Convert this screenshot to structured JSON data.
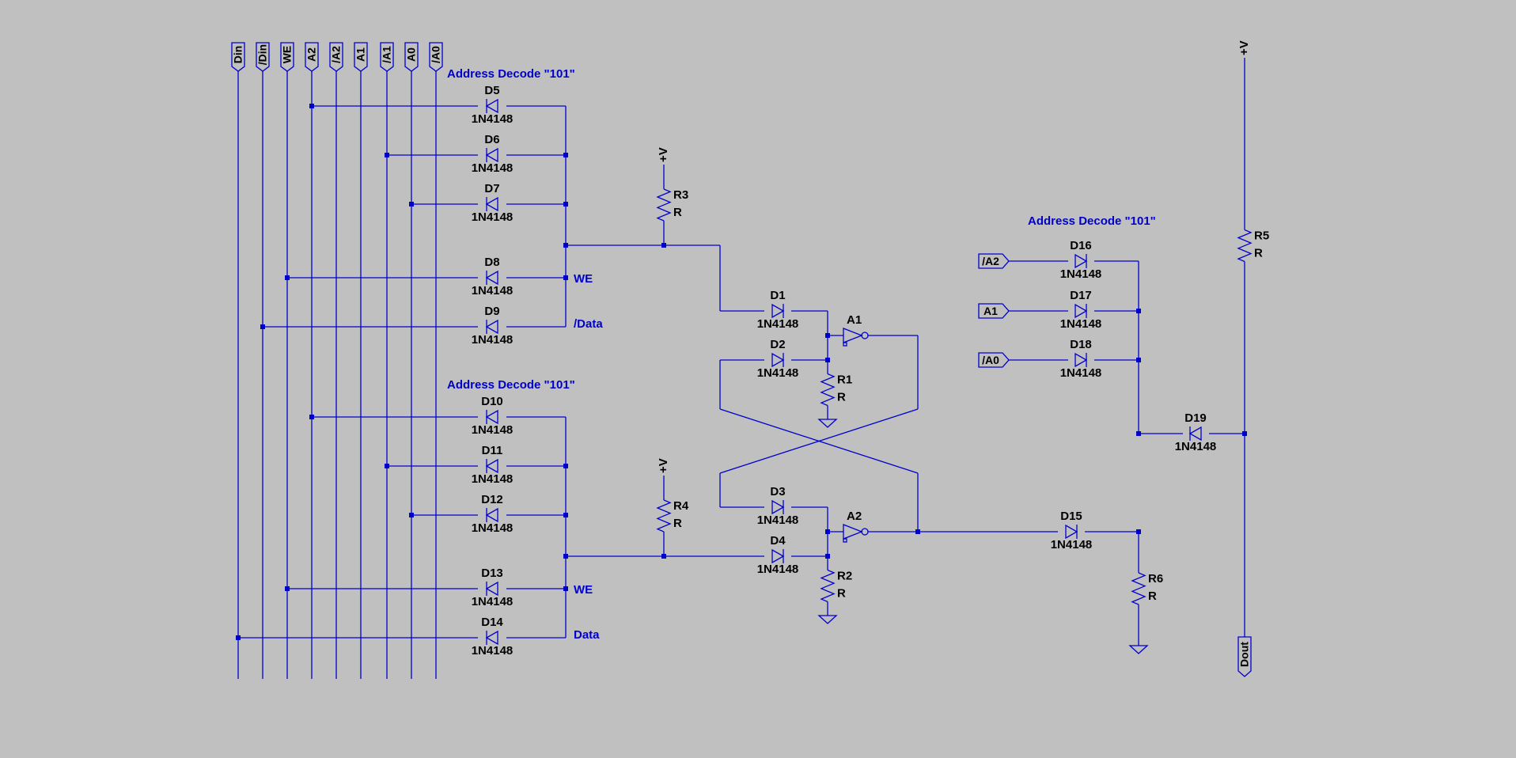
{
  "schematic": {
    "bus_ports": [
      "Din",
      "/Din",
      "WE",
      "A2",
      "/A2",
      "A1",
      "/A1",
      "A0",
      "/A0"
    ],
    "notes": {
      "decode_top": "Address Decode \"101\"",
      "decode_bottom": "Address Decode \"101\"",
      "decode_right": "Address Decode \"101\"",
      "we_top": "WE",
      "data_inv": "/Data",
      "we_bottom": "WE",
      "data": "Data"
    },
    "diodes": [
      {
        "ref": "D5",
        "part": "1N4148"
      },
      {
        "ref": "D6",
        "part": "1N4148"
      },
      {
        "ref": "D7",
        "part": "1N4148"
      },
      {
        "ref": "D8",
        "part": "1N4148"
      },
      {
        "ref": "D9",
        "part": "1N4148"
      },
      {
        "ref": "D10",
        "part": "1N4148"
      },
      {
        "ref": "D11",
        "part": "1N4148"
      },
      {
        "ref": "D12",
        "part": "1N4148"
      },
      {
        "ref": "D13",
        "part": "1N4148"
      },
      {
        "ref": "D14",
        "part": "1N4148"
      },
      {
        "ref": "D1",
        "part": "1N4148"
      },
      {
        "ref": "D2",
        "part": "1N4148"
      },
      {
        "ref": "D3",
        "part": "1N4148"
      },
      {
        "ref": "D4",
        "part": "1N4148"
      },
      {
        "ref": "D16",
        "part": "1N4148"
      },
      {
        "ref": "D17",
        "part": "1N4148"
      },
      {
        "ref": "D18",
        "part": "1N4148"
      },
      {
        "ref": "D19",
        "part": "1N4148"
      },
      {
        "ref": "D15",
        "part": "1N4148"
      }
    ],
    "resistors": [
      {
        "ref": "R3",
        "value": "R"
      },
      {
        "ref": "R4",
        "value": "R"
      },
      {
        "ref": "R1",
        "value": "R"
      },
      {
        "ref": "R2",
        "value": "R"
      },
      {
        "ref": "R5",
        "value": "R"
      },
      {
        "ref": "R6",
        "value": "R"
      }
    ],
    "inverters": [
      "A1",
      "A2"
    ],
    "supply_labels": [
      "+V",
      "+V",
      "+V"
    ],
    "right_ports": [
      "/A2",
      "A1",
      "/A0"
    ],
    "output_port": "Dout"
  }
}
